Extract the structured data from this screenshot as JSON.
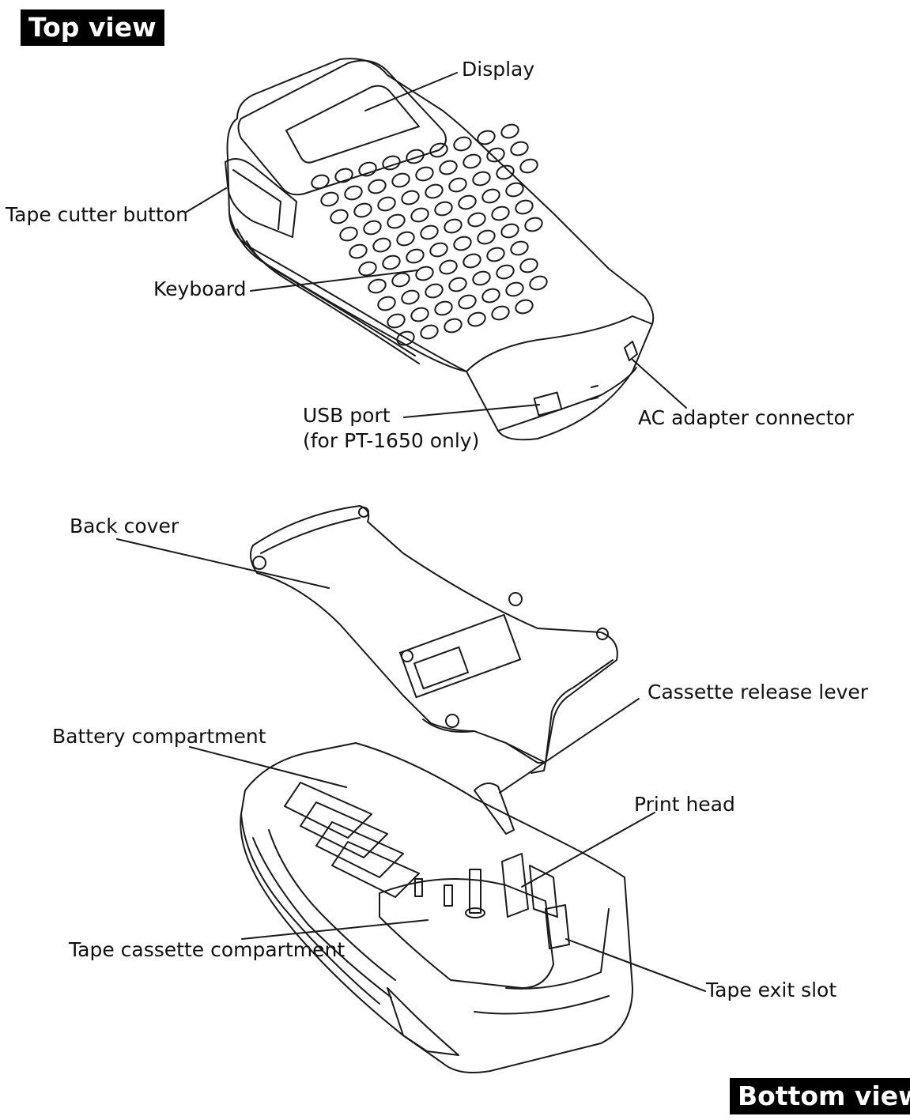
{
  "views": {
    "top": "Top view",
    "bottom": "Bottom view"
  },
  "labels": {
    "display": "Display",
    "tape_cutter_button": "Tape cutter button",
    "keyboard": "Keyboard",
    "usb_port": "USB port",
    "usb_port_note": "(for PT-1650 only)",
    "ac_adapter_connector": "AC adapter connector",
    "back_cover": "Back cover",
    "cassette_release_lever": "Cassette release lever",
    "battery_compartment": "Battery compartment",
    "print_head": "Print head",
    "tape_cassette_compartment": "Tape cassette compartment",
    "tape_exit_slot": "Tape exit slot"
  },
  "colors": {
    "title_background": "#000000",
    "title_text": "#ffffff",
    "line_art": "#1a1a1a"
  }
}
